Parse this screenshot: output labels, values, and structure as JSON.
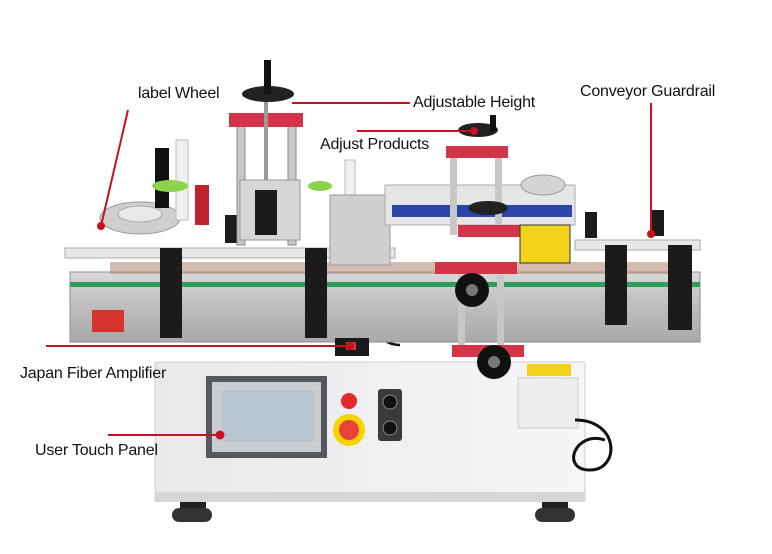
{
  "labels": {
    "label_wheel": "label Wheel",
    "adjustable_height": "Adjustable  Height",
    "adjust_products": "Adjust Products",
    "conveyor_guardrail": "Conveyor Guardrail",
    "fiber_amplifier": "Japan Fiber Amplifier",
    "touch_panel": "User Touch Panel"
  },
  "colors": {
    "callout_line": "#c8101e",
    "accent_red": "#d3344a",
    "belt_green": "#2e9e5a",
    "warning_yellow": "#f2d21b"
  }
}
